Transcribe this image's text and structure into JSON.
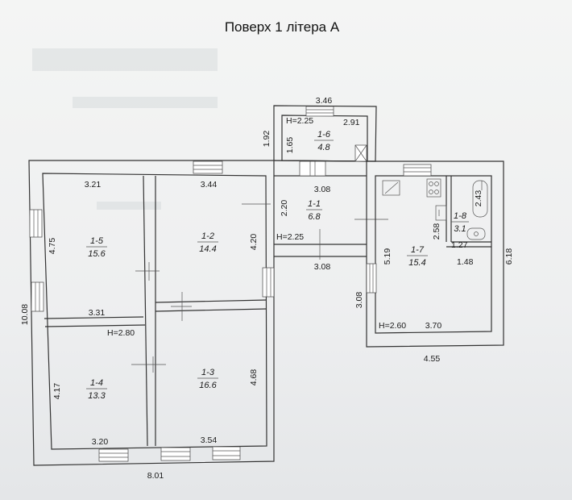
{
  "title": "Поверх 1 літера А",
  "rooms": [
    {
      "id": "1-1",
      "area": "6.8"
    },
    {
      "id": "1-2",
      "area": "14.4"
    },
    {
      "id": "1-3",
      "area": "16.6"
    },
    {
      "id": "1-4",
      "area": "13.3"
    },
    {
      "id": "1-5",
      "area": "15.6"
    },
    {
      "id": "1-6",
      "area": "4.8"
    },
    {
      "id": "1-7",
      "area": "15.4"
    },
    {
      "id": "1-8",
      "area": "3.1"
    }
  ],
  "heights": {
    "h1": "H=2.25",
    "h2": "H=2.25",
    "h3": "H=2.80",
    "h4": "H=2.60"
  },
  "dims": {
    "d_3_46": "3.46",
    "d_2_91": "2.91",
    "d_1_92": "1.92",
    "d_1_65": "1.65",
    "d_3_21": "3.21",
    "d_3_44": "3.44",
    "d_3_08_a": "3.08",
    "d_2_20": "2.20",
    "d_2_43": "2.43",
    "d_4_75": "4.75",
    "d_4_20": "4.20",
    "d_2_58": "2.58",
    "d_5_19": "5.19",
    "d_1_27": "1.27",
    "d_1_48": "1.48",
    "d_3_08_b": "3.08",
    "d_6_18": "6.18",
    "d_10_08": "10.08",
    "d_3_31": "3.31",
    "d_3_08_c": "3.08",
    "d_3_70": "3.70",
    "d_4_55": "4.55",
    "d_4_17": "4.17",
    "d_4_68": "4.68",
    "d_3_20": "3.20",
    "d_3_54": "3.54",
    "d_8_01": "8.01"
  }
}
